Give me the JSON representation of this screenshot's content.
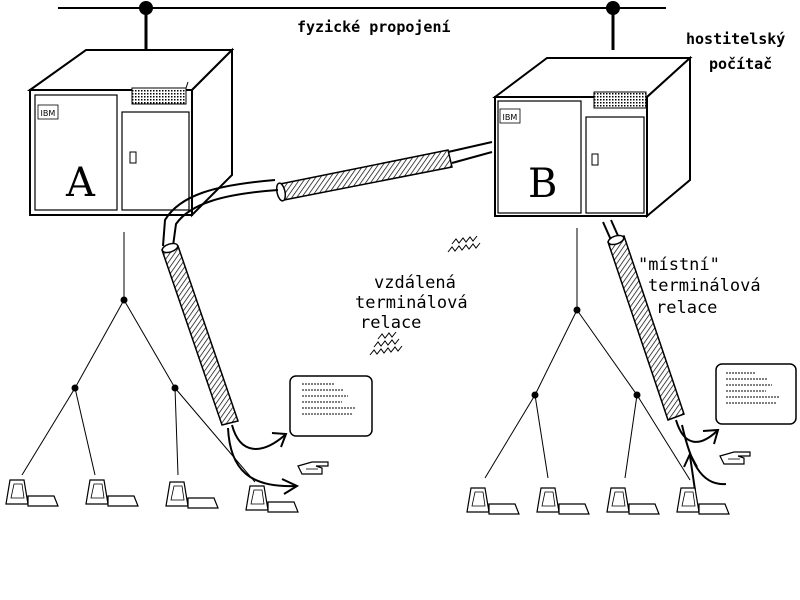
{
  "network": {
    "label": "fyzické propojení"
  },
  "host": {
    "label_line1": "hostitelský",
    "label_line2": "počítač"
  },
  "computers": [
    {
      "letter": "A",
      "brand": "IBM"
    },
    {
      "letter": "B",
      "brand": "IBM"
    }
  ],
  "remote_session": {
    "line1": "vzdálená",
    "line2": "terminálová",
    "line3": "relace"
  },
  "local_session": {
    "line1": "\"místní\"",
    "line2": "terminálová",
    "line3": "relace"
  },
  "colors": {
    "ink": "#000000",
    "background": "#ffffff",
    "cable_hatch": "#000000"
  }
}
